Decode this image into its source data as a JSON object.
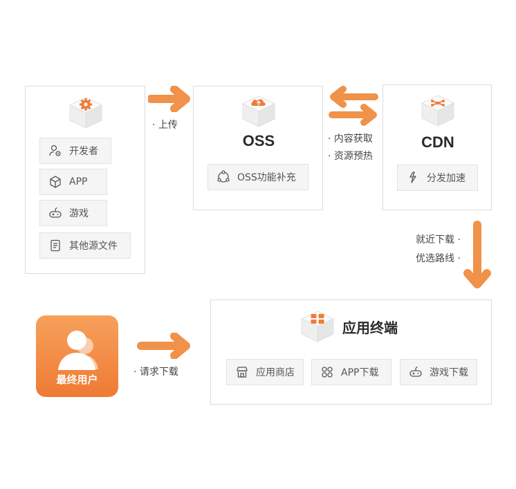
{
  "colors": {
    "accent": "#ef7d37",
    "arrow": "#f0924a",
    "panel_border": "#dcdcdc",
    "chip_bg": "#f5f5f5"
  },
  "sources": {
    "icon": "gear-icon",
    "items": [
      {
        "label": "开发者",
        "icon": "developer-icon"
      },
      {
        "label": "APP",
        "icon": "cube-icon"
      },
      {
        "label": "游戏",
        "icon": "gamepad-icon"
      },
      {
        "label": "其他源文件",
        "icon": "document-icon"
      }
    ]
  },
  "upload": {
    "label": "· 上传"
  },
  "oss": {
    "title": "OSS",
    "icon": "cloud-upload-icon",
    "feature": {
      "label": "OSS功能补充",
      "icon": "cycle-icon"
    }
  },
  "sync": {
    "line1": "· 内容获取",
    "line2": "· 资源预热"
  },
  "cdn": {
    "title": "CDN",
    "icon": "network-icon",
    "feature": {
      "label": "分发加速",
      "icon": "lightning-icon"
    }
  },
  "nearby": {
    "line1": "就近下载 ·",
    "line2": "优选路线 ·"
  },
  "terminal": {
    "title": "应用终端",
    "icon": "apps-icon",
    "items": [
      {
        "label": "应用商店",
        "icon": "store-icon"
      },
      {
        "label": "APP下载",
        "icon": "app-grid-icon"
      },
      {
        "label": "游戏下载",
        "icon": "gamepad-icon"
      }
    ]
  },
  "request": {
    "label": "· 请求下载"
  },
  "end_user": {
    "label": "最终用户",
    "icon": "users-icon"
  }
}
